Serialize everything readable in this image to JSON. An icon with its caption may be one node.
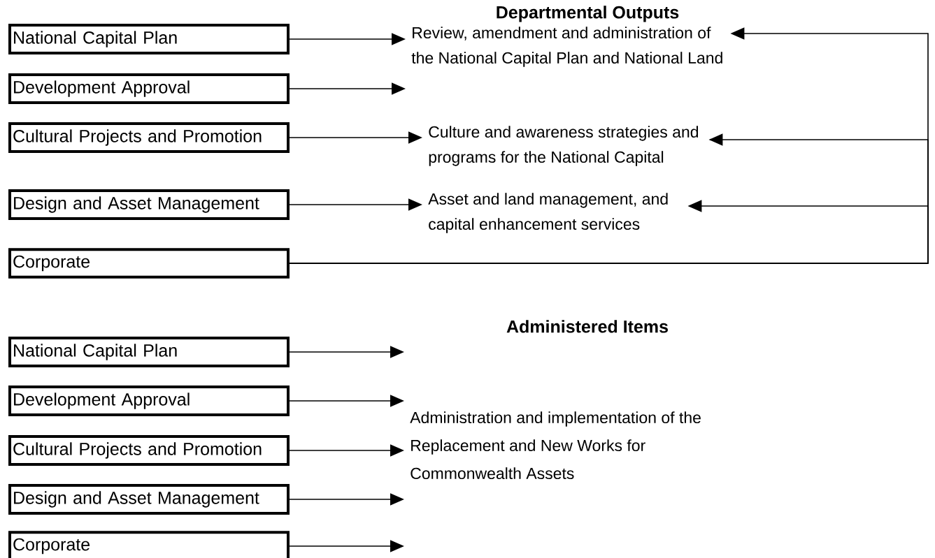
{
  "diagram": {
    "nodes": [
      {
        "text": [
          "National Capital Plan"
        ]
      },
      {
        "text": [
          "Development Approval"
        ]
      },
      {
        "text": [
          "Cultural Projects and Promotion"
        ]
      },
      {
        "text": [
          "Design and Asset Management"
        ]
      },
      {
        "text": [
          "Corporate"
        ]
      },
      {
        "text": [
          "Review, amendment and administration of the National Capital Plan and National Land"
        ]
      },
      {
        "text": [
          "Culture and awareness strategies and programs for the National Capital"
        ]
      },
      {
        "text": [
          "Asset and land management, and capital enhancement services"
        ]
      },
      {
        "text": [
          "National Capital Plan"
        ]
      },
      {
        "text": [
          "Development Approval"
        ]
      },
      {
        "text": [
          "Cultural Projects and Promotion"
        ]
      },
      {
        "text": [
          "Design and Asset Management"
        ]
      },
      {
        "text": [
          "Corporate"
        ]
      },
      {
        "text": [
          "Administration and implementation of the Replacement and New Works for Commonwealth Assets"
        ]
      }
    ],
    "edges": [
      {
        "from": 0,
        "to": 5,
        "arrow": "to"
      },
      {
        "from": 1,
        "to": 5,
        "arrow": "to"
      },
      {
        "from": 2,
        "to": 6,
        "arrow": "to"
      },
      {
        "from": 3,
        "to": 7,
        "arrow": "to"
      },
      {
        "from": 4,
        "to": 5,
        "arrow": "to"
      },
      {
        "from": 4,
        "to": 6,
        "arrow": "to"
      },
      {
        "from": 4,
        "to": 7,
        "arrow": "to"
      },
      {
        "from": 8,
        "to": 13,
        "arrow": "to"
      },
      {
        "from": 9,
        "to": 13,
        "arrow": "to"
      },
      {
        "from": 10,
        "to": 13,
        "arrow": "to"
      },
      {
        "from": 11,
        "to": 13,
        "arrow": "to"
      },
      {
        "from": 12,
        "to": 13,
        "arrow": "to"
      }
    ],
    "labels": [
      "Departmental Outputs",
      "Administered Items"
    ]
  }
}
